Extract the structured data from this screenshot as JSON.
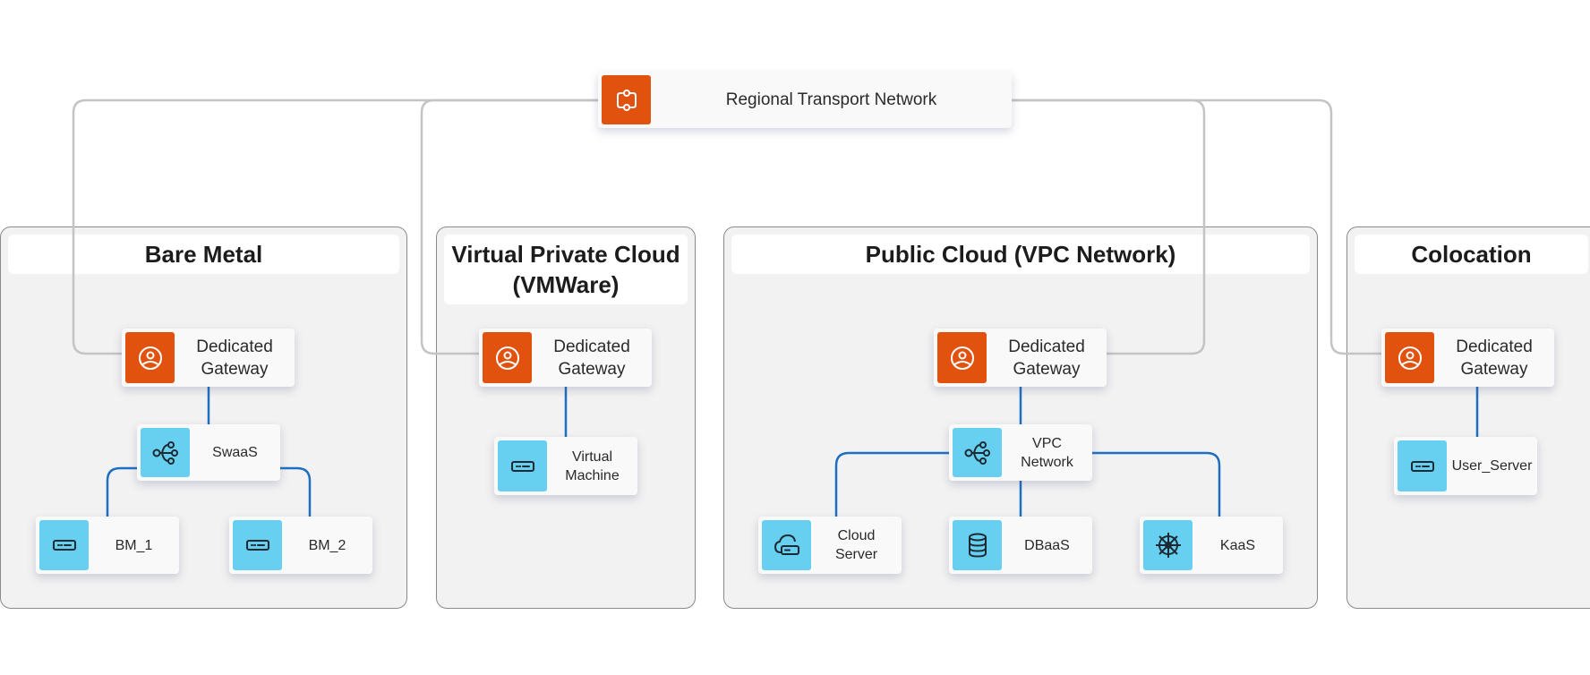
{
  "diagram": {
    "title_node": {
      "label": "Regional Transport Network",
      "icon": "transport-network-icon"
    },
    "colors": {
      "gateway_icon_bg": "#e2520f",
      "service_icon_bg": "#67cff0",
      "transport_link": "#c4c4c4",
      "internal_link": "#1f6fbf",
      "panel_bg": "#f2f2f2"
    },
    "panels": [
      {
        "title": "Bare Metal",
        "gateway": {
          "label": "Dedicated Gateway",
          "icon": "gateway-user-icon"
        },
        "hub": {
          "label": "SwaaS",
          "icon": "share-network-icon"
        },
        "children": [
          {
            "label": "BM_1",
            "icon": "server-icon"
          },
          {
            "label": "BM_2",
            "icon": "server-icon"
          }
        ]
      },
      {
        "title": "Virtual Private Cloud (VMWare)",
        "gateway": {
          "label": "Dedicated Gateway",
          "icon": "gateway-user-icon"
        },
        "children": [
          {
            "label": "Virtual Machine",
            "icon": "server-icon"
          }
        ]
      },
      {
        "title": "Public Cloud (VPC Network)",
        "gateway": {
          "label": "Dedicated Gateway",
          "icon": "gateway-user-icon"
        },
        "hub": {
          "label": "VPC Network",
          "icon": "share-network-icon"
        },
        "children": [
          {
            "label": "Cloud Server",
            "icon": "cloud-server-icon"
          },
          {
            "label": "DBaaS",
            "icon": "database-icon"
          },
          {
            "label": "KaaS",
            "icon": "kubernetes-helm-icon"
          }
        ]
      },
      {
        "title": "Colocation",
        "gateway": {
          "label": "Dedicated Gateway",
          "icon": "gateway-user-icon"
        },
        "children": [
          {
            "label": "User_Server",
            "icon": "server-icon"
          }
        ]
      }
    ]
  }
}
